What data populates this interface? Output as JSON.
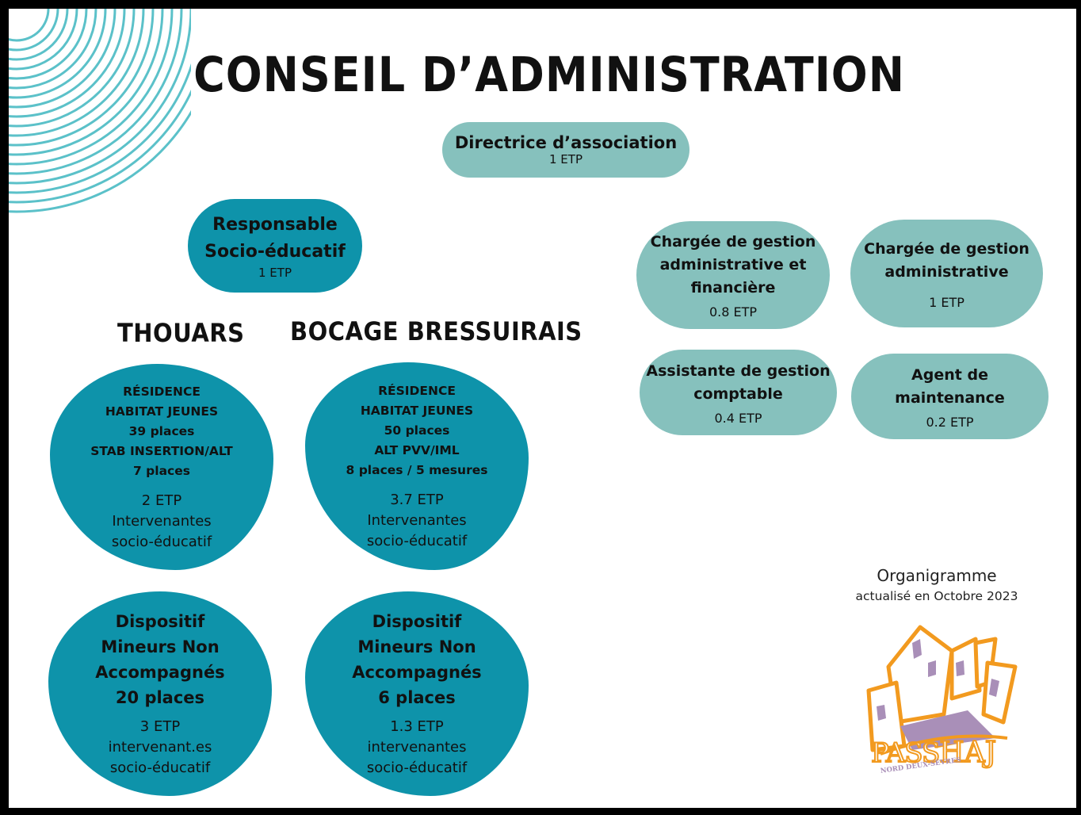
{
  "title": "CONSEIL D’ADMINISTRATION",
  "directrice": {
    "name": "Directrice d’association",
    "etp": "1 ETP"
  },
  "responsable": {
    "line1": "Responsable",
    "line2": "Socio-éducatif",
    "etp": "1 ETP"
  },
  "sites": {
    "thouars": "THOUARS",
    "bocage": "BOCAGE BRESSUIRAIS"
  },
  "thouars_residence": {
    "lines": [
      "RÉSIDENCE",
      "HABITAT JEUNES",
      "39 places",
      "STAB INSERTION/ALT",
      "7 places"
    ],
    "etp": [
      "2 ETP",
      "Intervenantes",
      "socio-éducatif"
    ]
  },
  "bocage_residence": {
    "lines": [
      "RÉSIDENCE",
      "HABITAT JEUNES",
      "50 places",
      "ALT PVV/IML",
      "8 places / 5 mesures"
    ],
    "etp": [
      "3.7 ETP",
      "Intervenantes",
      "socio-éducatif"
    ]
  },
  "thouars_mna": {
    "lines": [
      "Dispositif",
      "Mineurs Non",
      "Accompagnés",
      "20 places"
    ],
    "etp": [
      "3 ETP",
      "intervenant.es",
      "socio-éducatif"
    ]
  },
  "bocage_mna": {
    "lines": [
      "Dispositif",
      "Mineurs Non",
      "Accompagnés",
      "6 places"
    ],
    "etp": [
      "1.3 ETP",
      "intervenantes",
      "socio-éducatif"
    ]
  },
  "staff": [
    {
      "lines": [
        "Chargée de gestion",
        "administrative et",
        "financière"
      ],
      "etp": "0.8 ETP"
    },
    {
      "lines": [
        "Chargée de gestion",
        "administrative"
      ],
      "etp": "1 ETP"
    },
    {
      "lines": [
        "Assistante de gestion",
        "comptable"
      ],
      "etp": "0.4 ETP"
    },
    {
      "lines": [
        "Agent de",
        "maintenance"
      ],
      "etp": "0.2 ETP"
    }
  ],
  "footer": {
    "title": "Organigramme",
    "subtitle": "actualisé en Octobre 2023"
  },
  "logo": {
    "main": "PASS",
    "haj": "HAJ",
    "tagline": "NORD DEUX-SÈVRES"
  },
  "colors": {
    "light_teal": "#86c1bd",
    "dark_teal": "#0e93aa",
    "decor_teal": "#5bc1c9",
    "logo_orange": "#f29a1f",
    "logo_purple": "#a98fb8"
  }
}
